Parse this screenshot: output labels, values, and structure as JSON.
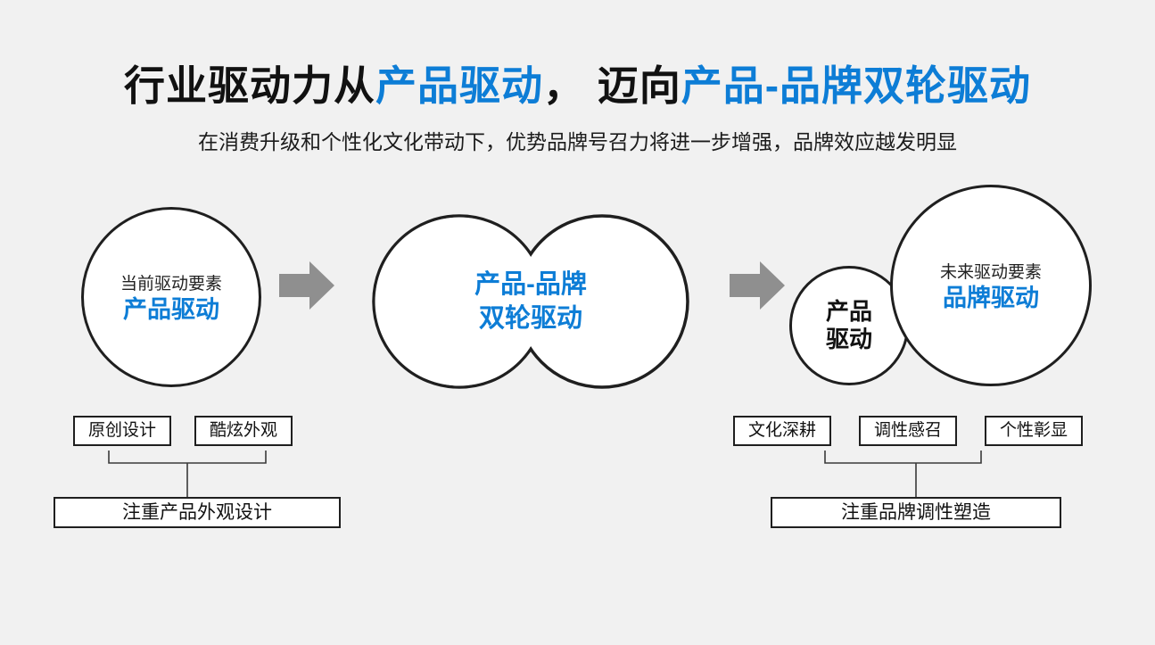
{
  "slide": {
    "title": {
      "seg1": "行业驱动力从",
      "seg2": "产品驱动",
      "seg3": "， 迈向",
      "seg4": "产品-品牌双轮驱动"
    },
    "subtitle": "在消费升级和个性化文化带动下，优势品牌号召力将进一步增强，品牌效应越发明显",
    "left_circle": {
      "label_top": "当前驱动要素",
      "label_main": "产品驱动"
    },
    "middle_shape": {
      "line1": "产品-品牌",
      "line2": "双轮驱动"
    },
    "right_small_circle": {
      "line1": "产品",
      "line2": "驱动"
    },
    "right_big_circle": {
      "label_top": "未来驱动要素",
      "label_main": "品牌驱动"
    },
    "left_tags": [
      "原创设计",
      "酷炫外观"
    ],
    "right_tags": [
      "文化深耕",
      "调性感召",
      "个性彰显"
    ],
    "left_summary": "注重产品外观设计",
    "right_summary": "注重品牌调性塑造",
    "icons": {
      "arrow_right": "block-arrow-right"
    },
    "colors": {
      "accent_blue": "#0d7dd6",
      "arrow_gray": "#8f8f8f",
      "stroke_black": "#1f1f1f",
      "background": "#f1f1f1"
    }
  }
}
